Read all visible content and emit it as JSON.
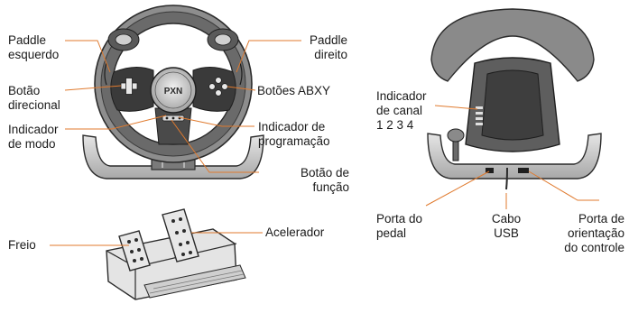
{
  "labels": {
    "paddle_left": [
      "Paddle",
      "esquerdo"
    ],
    "paddle_right": [
      "Paddle",
      "direito"
    ],
    "dpad": [
      "Botão",
      "direcional"
    ],
    "abxy": "Botões ABXY",
    "mode": [
      "Indicador",
      "de modo"
    ],
    "programming": [
      "Indicador de",
      "programação"
    ],
    "function": [
      "Botão de",
      "função"
    ],
    "channel": [
      "Indicador",
      "de canal",
      "1 2 3 4"
    ],
    "pedal_port": [
      "Porta do",
      "pedal"
    ],
    "usb": [
      "Cabo",
      "USB"
    ],
    "controller_port": [
      "Porta de",
      "orientação",
      "do controle"
    ],
    "brake": "Freio",
    "accelerator": "Acelerador"
  },
  "logo_text": "PXN",
  "colors": {
    "leader": "#e07a2e",
    "dark": "#2b2b2b",
    "mid": "#6e6e6e",
    "light": "#d9d9d9"
  }
}
